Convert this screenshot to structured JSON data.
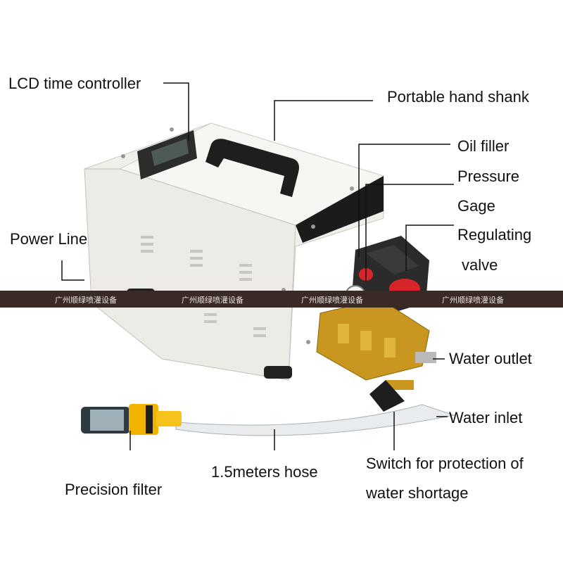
{
  "labels": {
    "lcd": "LCD time controller",
    "handle": "Portable hand shank",
    "oil": "Oil filler",
    "pressure_1": "Pressure",
    "pressure_2": "Gage",
    "regulating_1": "Regulating",
    "regulating_2": "valve",
    "power": "Power Line",
    "outlet": "Water outlet",
    "inlet": "Water inlet",
    "switch_1": "Switch for protection of",
    "switch_2": "water shortage",
    "hose": "1.5meters hose",
    "filter": "Precision filter"
  },
  "watermark": "广州顺绿喷灌设备",
  "colors": {
    "cabinet": "#f1efe9",
    "pump_body": "#c9961f",
    "motor": "#2b2b2b",
    "band": "#3a2a26"
  }
}
